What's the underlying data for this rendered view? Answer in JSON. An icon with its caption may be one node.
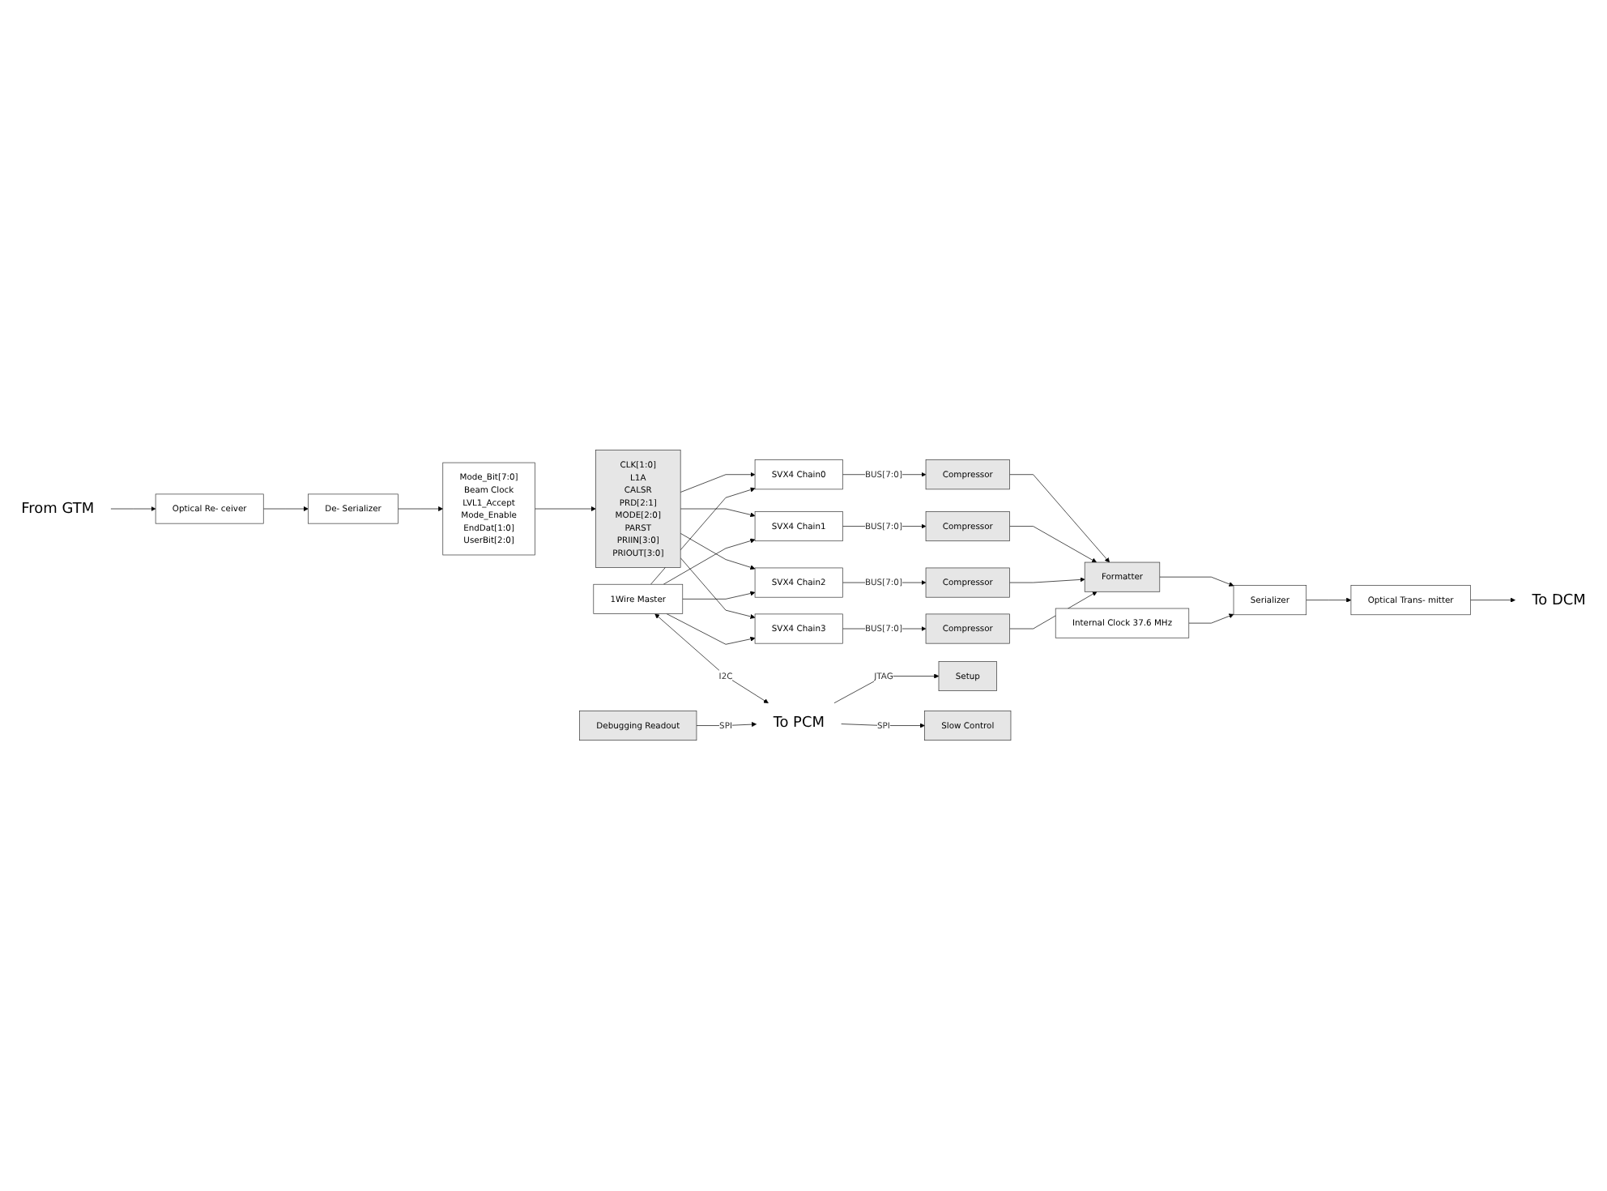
{
  "diagram": {
    "nodes": [
      {
        "text": [
          "SVX4 Chain0"
        ]
      },
      {
        "text": [
          "Compressor"
        ]
      },
      {
        "text": [
          "SVX4 Chain1"
        ]
      },
      {
        "text": [
          "Compressor"
        ]
      },
      {
        "text": [
          "SVX4 Chain2"
        ]
      },
      {
        "text": [
          "Compressor"
        ]
      },
      {
        "text": [
          "SVX4 Chain3"
        ]
      },
      {
        "text": [
          "Compressor"
        ]
      },
      {
        "text": [
          "Formatter"
        ]
      },
      {
        "text": [
          "Serializer"
        ]
      },
      {
        "text": [
          "Optical Trans- mitter"
        ]
      },
      {
        "text": [
          "To DCM"
        ]
      },
      {
        "text": [
          "Internal Clock 37.6 MHz"
        ]
      },
      {
        "text": [
          "CLK[1:0]",
          "L1A",
          "CALSR",
          "PRD[2:1]",
          "MODE[2:0]",
          "PARST",
          "PRIIN[3:0]",
          "PRIOUT[3:0]"
        ]
      },
      {
        "text": [
          "Mode_Bit[7:0]",
          "Beam Clock",
          "LVL1_Accept",
          "Mode_Enable",
          "EndDat[1:0]",
          "UserBit[2:0]"
        ]
      },
      {
        "text": [
          "De- Serializer"
        ]
      },
      {
        "text": [
          "Optical Re- ceiver"
        ]
      },
      {
        "text": [
          "From GTM"
        ]
      },
      {
        "text": [
          "1Wire Master"
        ]
      },
      {
        "text": [
          "Setup"
        ]
      },
      {
        "text": [
          "Debugging Readout"
        ]
      },
      {
        "text": [
          "Slow Control"
        ]
      },
      {
        "text": [
          "To PCM"
        ]
      }
    ],
    "edges": [
      {
        "from": 0,
        "to": 1,
        "arrow": "to",
        "label": "BUS[7:0]"
      },
      {
        "from": 2,
        "to": 3,
        "arrow": "to",
        "label": "BUS[7:0]"
      },
      {
        "from": 4,
        "to": 5,
        "arrow": "to",
        "label": "BUS[7:0]"
      },
      {
        "from": 6,
        "to": 7,
        "arrow": "to",
        "label": "BUS[7:0]"
      },
      {
        "from": 1,
        "to": 8,
        "arrow": "to"
      },
      {
        "from": 3,
        "to": 8,
        "arrow": "to"
      },
      {
        "from": 5,
        "to": 8,
        "arrow": "to"
      },
      {
        "from": 7,
        "to": 8,
        "arrow": "to"
      },
      {
        "from": 8,
        "to": 9,
        "arrow": "to"
      },
      {
        "from": 9,
        "to": 10,
        "arrow": "to"
      },
      {
        "from": 10,
        "to": 11,
        "arrow": "to"
      },
      {
        "from": 12,
        "to": 9,
        "arrow": "to"
      },
      {
        "from": 17,
        "to": 16,
        "arrow": "to"
      },
      {
        "from": 16,
        "to": 15,
        "arrow": "to"
      },
      {
        "from": 15,
        "to": 14,
        "arrow": "to"
      },
      {
        "from": 14,
        "to": 13,
        "arrow": "to"
      },
      {
        "from": 13,
        "to": 0,
        "arrow": "to"
      },
      {
        "from": 13,
        "to": 2,
        "arrow": "to"
      },
      {
        "from": 13,
        "to": 4,
        "arrow": "to"
      },
      {
        "from": 13,
        "to": 6,
        "arrow": "to"
      },
      {
        "from": 18,
        "to": 0,
        "arrow": "to"
      },
      {
        "from": 18,
        "to": 2,
        "arrow": "to"
      },
      {
        "from": 18,
        "to": 4,
        "arrow": "to"
      },
      {
        "from": 18,
        "to": 6,
        "arrow": "to"
      },
      {
        "from": 18,
        "to": 22,
        "arrow": "both",
        "label": "I2C"
      },
      {
        "from": 22,
        "to": 19,
        "arrow": "to",
        "label": "JTAG"
      },
      {
        "from": 20,
        "to": 22,
        "arrow": "to",
        "label": "SPI"
      },
      {
        "from": 22,
        "to": 21,
        "arrow": "to",
        "label": "SPI"
      }
    ]
  }
}
